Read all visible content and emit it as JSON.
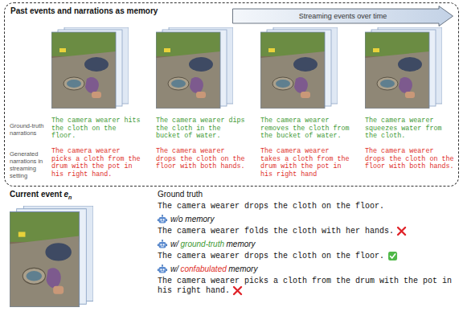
{
  "diagram": {
    "nodes": [
      {
        "text": [
          "Past events and narrations as memory"
        ]
      },
      {
        "text": [
          "Streaming events over time"
        ],
        "in": 0
      }
    ],
    "labels": [
      "Ground-truth narrations",
      "Generated narrations in streaming setting",
      "The camera wearer hits the cloth on the floor.",
      "The camera wearer dips the cloth in the bucket of water.",
      "The camera wearer removes the cloth from the bucket of water.",
      "The camera wearer squeezes water from the cloth.",
      "The camera wearer picks a cloth from the drum with the pot in his right hand.",
      "The camera wearer drops the cloth on the floor with both hands.",
      "The camera wearer takes a cloth from the drum with the pot in his right hand",
      "The camera wearer drops the cloth on the floor with both hands.",
      "Current event",
      "e",
      "n",
      "Ground truth",
      "The camera wearer drops the cloth on the floor.",
      "w/o memory",
      "The camera wearer folds the cloth with her hands.",
      "w/",
      "ground-truth",
      "memory",
      "The camera wearer drops the cloth on the floor.",
      "w/",
      "confabulated",
      "memory",
      "The camera wearer picks a cloth from the drum with the pot in his right hand."
    ]
  }
}
